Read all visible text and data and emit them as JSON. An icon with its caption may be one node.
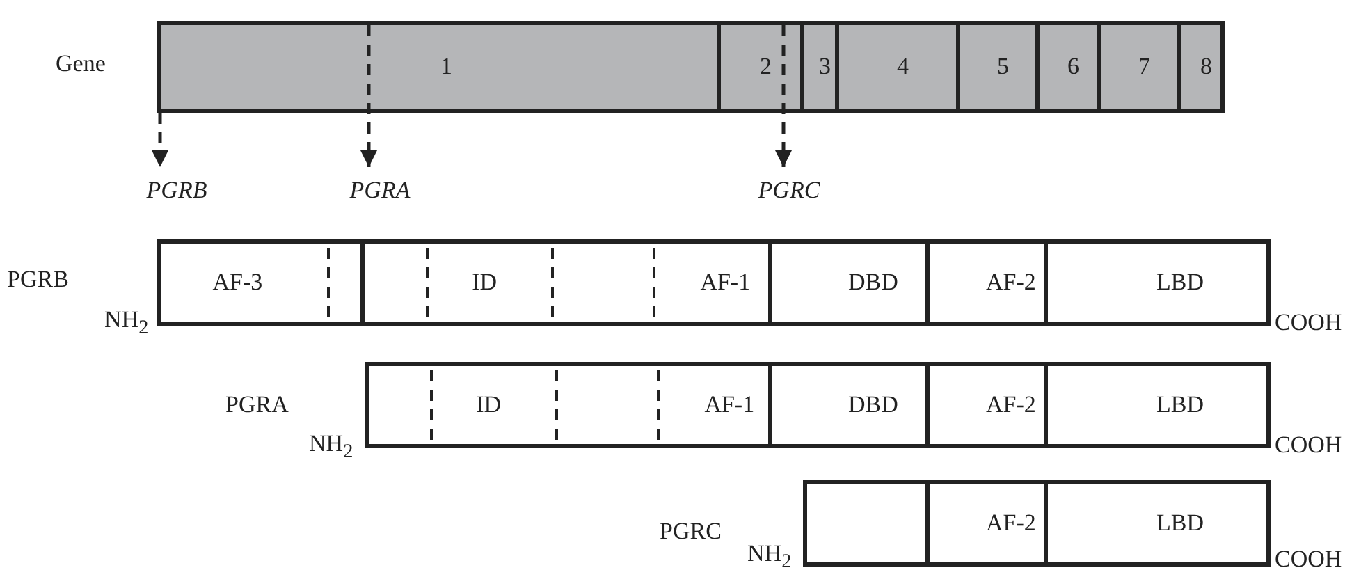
{
  "diagram": {
    "nodes": [
      {
        "text": [],
        "shape": "bar",
        "beside": [
          "Gene"
        ]
      },
      {
        "text": [
          "1"
        ],
        "in": 0
      },
      {
        "text": [
          "2"
        ],
        "in": 0
      },
      {
        "text": [
          "3"
        ],
        "in": 0
      },
      {
        "text": [
          "4"
        ],
        "in": 0
      },
      {
        "text": [
          "5"
        ],
        "in": 0
      },
      {
        "text": [
          "6"
        ],
        "in": 0
      },
      {
        "text": [
          "7"
        ],
        "in": 0
      },
      {
        "text": [
          "8"
        ],
        "in": 0
      },
      {
        "text": [
          "PGRB"
        ]
      },
      {
        "text": [
          "PGRA"
        ]
      },
      {
        "text": [
          "PGRC"
        ]
      },
      {
        "text": [],
        "shape": "bar",
        "beside": [
          "PGRB",
          "NH$_{2}$",
          "COOH"
        ]
      },
      {
        "text": [
          "AF-3"
        ],
        "in": 12
      },
      {
        "text": [
          "ID",
          "AF-1"
        ],
        "in": 12
      },
      {
        "text": [
          "DBD"
        ],
        "in": 12
      },
      {
        "text": [
          "AF-2"
        ],
        "in": 12
      },
      {
        "text": [
          "LBD"
        ],
        "in": 12
      },
      {
        "text": [],
        "shape": "bar",
        "beside": [
          "PGRA",
          "NH$_{2}$",
          "COOH"
        ]
      },
      {
        "text": [
          "ID",
          "AF-1"
        ],
        "in": 18
      },
      {
        "text": [
          "DBD"
        ],
        "in": 18
      },
      {
        "text": [
          "AF-2"
        ],
        "in": 18
      },
      {
        "text": [
          "LBD"
        ],
        "in": 18
      },
      {
        "text": [],
        "shape": "bar",
        "beside": [
          "PGRC",
          "NH$_{2}$",
          "COOH"
        ]
      },
      {
        "text": [],
        "shape": "box",
        "in": 23
      },
      {
        "text": [
          "AF-2"
        ],
        "in": 23
      },
      {
        "text": [
          "LBD"
        ],
        "in": 23
      }
    ],
    "edges": [
      {
        "from": 1,
        "to": 9,
        "arrow": "to",
        "style": "dashed"
      },
      {
        "from": 1,
        "to": 10,
        "arrow": "to",
        "style": "dashed"
      },
      {
        "from": 2,
        "to": 11,
        "arrow": "to",
        "style": "dashed"
      }
    ]
  }
}
